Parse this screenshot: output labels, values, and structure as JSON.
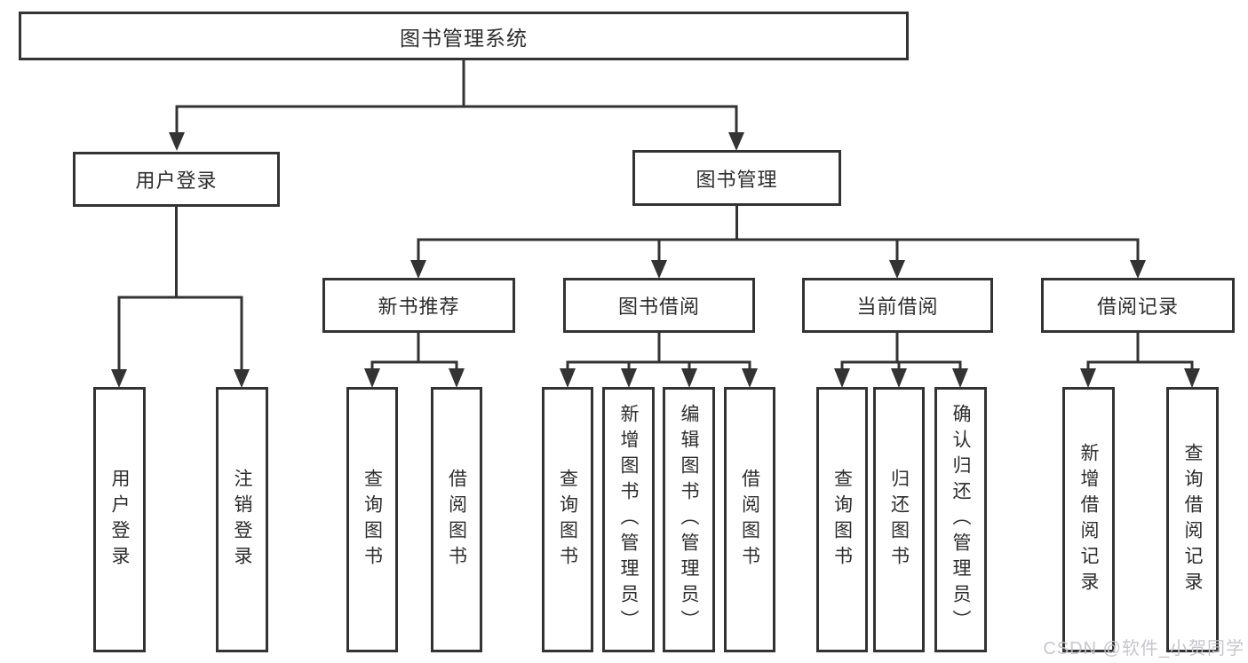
{
  "tree": {
    "label": "图书管理系统",
    "children": [
      {
        "label": "用户登录",
        "children": [
          {
            "label": "用户登录"
          },
          {
            "label": "注销登录"
          }
        ]
      },
      {
        "label": "图书管理",
        "children": [
          {
            "label": "新书推荐",
            "children": [
              {
                "label": "查询图书"
              },
              {
                "label": "借阅图书"
              }
            ]
          },
          {
            "label": "图书借阅",
            "children": [
              {
                "label": "查询图书"
              },
              {
                "label": "新增图书（管理员）"
              },
              {
                "label": "编辑图书（管理员）"
              },
              {
                "label": "借阅图书"
              }
            ]
          },
          {
            "label": "当前借阅",
            "children": [
              {
                "label": "查询图书"
              },
              {
                "label": "归还图书"
              },
              {
                "label": "确认归还（管理员）"
              }
            ]
          },
          {
            "label": "借阅记录",
            "children": [
              {
                "label": "新增借阅记录"
              },
              {
                "label": "查询借阅记录"
              }
            ]
          }
        ]
      }
    ]
  },
  "watermark": "CSDN @软件_小贺同学",
  "colors": {
    "line": "#333333",
    "text": "#2d2d2d",
    "background": "#ffffff",
    "watermark": "#c3c3c9"
  }
}
